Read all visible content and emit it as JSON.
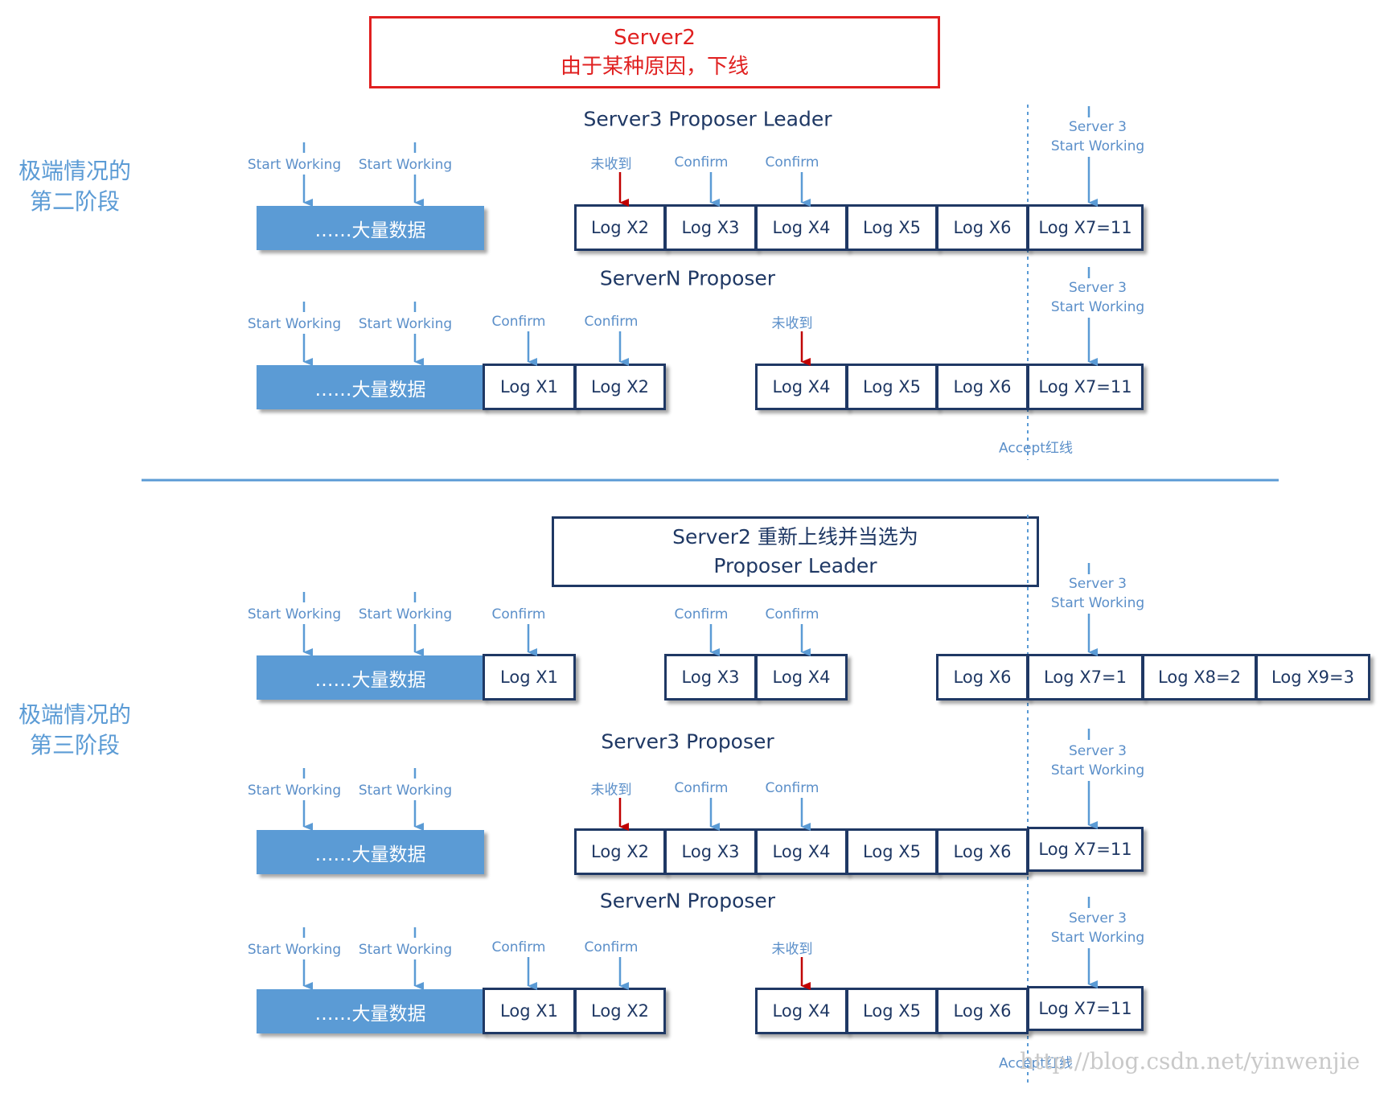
{
  "top_box": {
    "line1": "Server2",
    "line2": "由于某种原因，下线"
  },
  "stage2_label": "极端情况的\n第二阶段",
  "stage3_label": "极端情况的\n第三阶段",
  "middle_box": {
    "line1": "Server2 重新上线并当选为",
    "line2": "Proposer Leader"
  },
  "headings": {
    "s2_server3": "Server3 Proposer Leader",
    "s2_serverN": "ServerN Proposer",
    "s3_server3": "Server3 Proposer",
    "s3_serverN": "ServerN Proposer"
  },
  "labels": {
    "start_working": "Start Working",
    "confirm": "Confirm",
    "not_received": "未收到",
    "server3": "Server 3",
    "accept_red_line": "Accept红线",
    "bulk_data": "……大量数据"
  },
  "logs": {
    "x1": "Log X1",
    "x2": "Log X2",
    "x3": "Log X3",
    "x4": "Log X4",
    "x5": "Log X5",
    "x6": "Log X6",
    "x7_11": "Log X7=11",
    "x7_1": "Log X7=1",
    "x8_2": "Log X8=2",
    "x9_3": "Log X9=3"
  },
  "watermark": "http://blog.csdn.net/yinwenjie",
  "colors": {
    "arrow_blue": "#5b9bd5",
    "arrow_red": "#c00000",
    "navy": "#1f3864",
    "alert_red": "#e02020"
  }
}
